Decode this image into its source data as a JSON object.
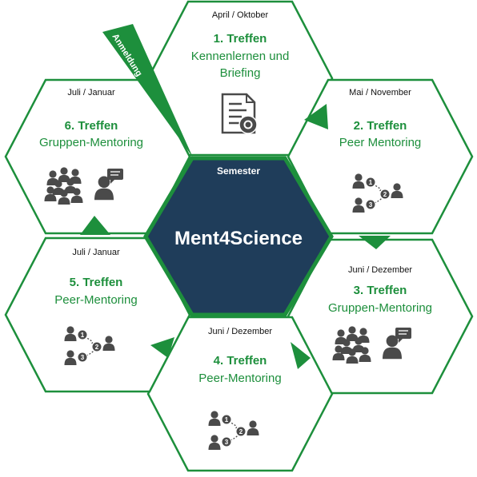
{
  "center": {
    "subtitle": "Semester",
    "title": "Ment4Science"
  },
  "registration_label": "Anmeldung",
  "meetings": [
    {
      "month": "April / Oktober",
      "title": "1. Treffen",
      "subtitle_lines": [
        "Kennenlernen und",
        "Briefing"
      ],
      "icon": "document-gear-icon"
    },
    {
      "month": "Mai / November",
      "title": "2. Treffen",
      "subtitle_lines": [
        "Peer Mentoring"
      ],
      "icon": "peer-network-icon"
    },
    {
      "month": "Juni / Dezember",
      "title": "3. Treffen",
      "subtitle_lines": [
        "Gruppen-Mentoring"
      ],
      "icon": "group-speech-icon"
    },
    {
      "month": "Juni / Dezember",
      "title": "4. Treffen",
      "subtitle_lines": [
        "Peer-Mentoring"
      ],
      "icon": "peer-network-icon"
    },
    {
      "month": "Juli / Januar",
      "title": "5. Treffen",
      "subtitle_lines": [
        "Peer-Mentoring"
      ],
      "icon": "peer-network-icon"
    },
    {
      "month": "Juli / Januar",
      "title": "6. Treffen",
      "subtitle_lines": [
        "Gruppen-Mentoring"
      ],
      "icon": "group-speech-icon"
    }
  ],
  "colors": {
    "green": "#1d8f3c",
    "center_fill": "#1f3d5a",
    "icon_gray": "#4a4a4a"
  }
}
